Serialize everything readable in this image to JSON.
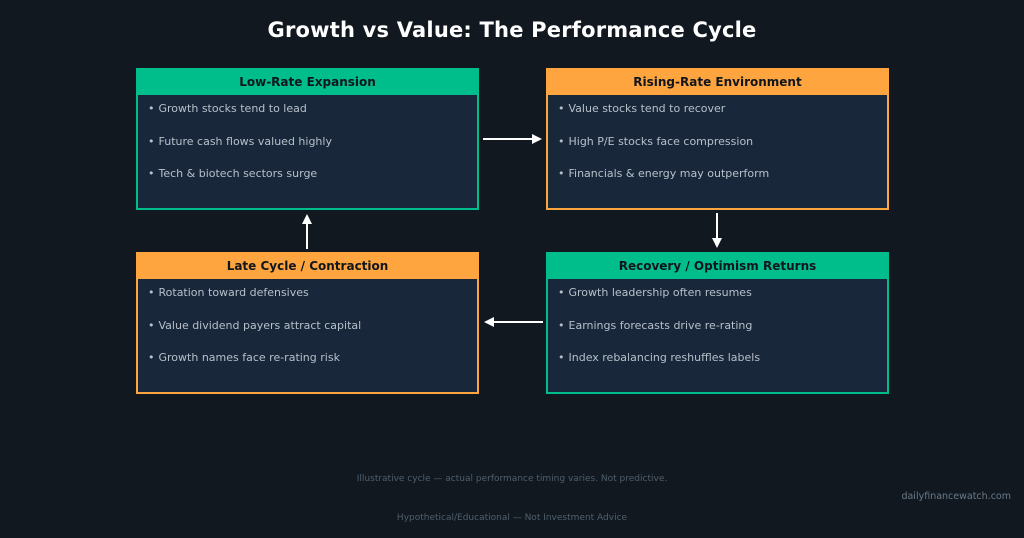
{
  "title": "Growth vs Value: The Performance Cycle",
  "colors": {
    "background": "#111820",
    "card_fill": "#18273a",
    "green": "#00bd8c",
    "orange": "#ffa53f",
    "bullet_text": "#b7c0ca",
    "arrow": "#ffffff"
  },
  "cards": [
    {
      "title": "Low-Rate Expansion",
      "accent": "green",
      "bullets": [
        "Growth stocks tend to lead",
        "Future cash flows valued highly",
        "Tech & biotech sectors surge"
      ]
    },
    {
      "title": "Rising-Rate Environment",
      "accent": "orange",
      "bullets": [
        "Value stocks tend to recover",
        "High P/E stocks face compression",
        "Financials & energy may outperform"
      ]
    },
    {
      "title": "Recovery / Optimism Returns",
      "accent": "green",
      "bullets": [
        "Growth leadership often resumes",
        "Earnings forecasts drive re-rating",
        "Index rebalancing reshuffles labels"
      ]
    },
    {
      "title": "Late Cycle / Contraction",
      "accent": "orange",
      "bullets": [
        "Rotation toward defensives",
        "Value dividend payers attract capital",
        "Growth names face re-rating risk"
      ]
    }
  ],
  "bullet_symbol": "•",
  "footnote": "Illustrative cycle — actual performance timing varies. Not predictive.",
  "brand": "dailyfinancewatch.com",
  "disclaimer": "Hypothetical/Educational — Not Investment Advice"
}
